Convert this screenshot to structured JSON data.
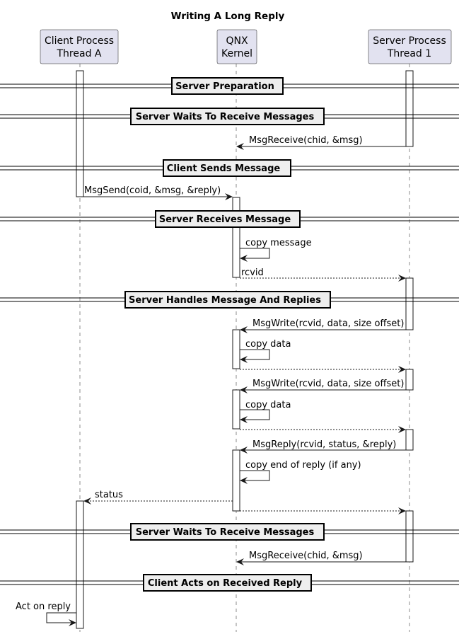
{
  "title": "Writing A Long Reply",
  "participants": [
    {
      "id": "client",
      "lines": [
        "Client Process",
        "Thread A"
      ]
    },
    {
      "id": "kernel",
      "lines": [
        "QNX",
        "Kernel"
      ]
    },
    {
      "id": "server",
      "lines": [
        "Server Process",
        "Thread 1"
      ]
    }
  ],
  "dividers": {
    "d1": "Server Preparation",
    "d2": "Server Waits To Receive Messages",
    "d3": "Client Sends Message",
    "d4": "Server Receives Message",
    "d5": "Server Handles Message And Replies",
    "d6": "Server Waits To Receive Messages",
    "d7": "Client Acts on Received Reply"
  },
  "messages": {
    "m1": "MsgReceive(chid, &msg)",
    "m2": "MsgSend(coid, &msg, &reply)",
    "m3": "copy message",
    "m4": "rcvid",
    "m5": "MsgWrite(rcvid, data, size offset)",
    "m6": "copy data",
    "m7": "",
    "m8": "MsgWrite(rcvid, data, size offset)",
    "m9": "copy data",
    "m10": "",
    "m11": "MsgReply(rcvid, status, &reply)",
    "m12": "copy end of reply (if any)",
    "m13": "status",
    "m14": "",
    "m15": "MsgReceive(chid, &msg)",
    "m16": "Act on reply"
  },
  "colors": {
    "participant_fill": "#e2e2f0",
    "divider_fill": "#eeeeee",
    "line": "#181818"
  }
}
